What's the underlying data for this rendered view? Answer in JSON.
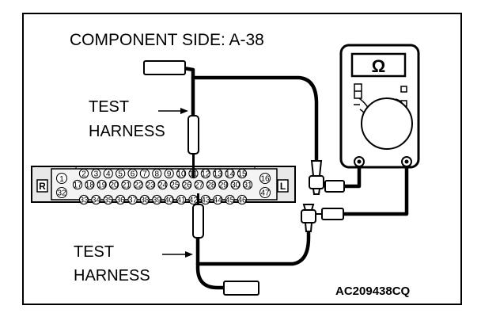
{
  "title": "COMPONENT SIDE: A-38",
  "labels": {
    "upper_harness": [
      "TEST",
      "HARNESS"
    ],
    "lower_harness": [
      "TEST",
      "HARNESS"
    ],
    "connector_left_side": "R",
    "connector_right_side": "L",
    "figure_code": "AC209438CQ"
  },
  "meter": {
    "display": "Ω",
    "icon": "ohmmeter-icon"
  },
  "connector": {
    "pins": {
      "row1": [
        "2",
        "3",
        "4",
        "5",
        "6",
        "7",
        "8",
        "9",
        "10",
        "11",
        "12",
        "13",
        "14",
        "15"
      ],
      "row2": [
        "17",
        "18",
        "19",
        "20",
        "21",
        "22",
        "23",
        "24",
        "25",
        "26",
        "27",
        "28",
        "29",
        "30",
        "31"
      ],
      "row3": [
        "33",
        "34",
        "35",
        "36",
        "37",
        "38",
        "39",
        "40",
        "41",
        "42",
        "43",
        "44",
        "45",
        "46"
      ],
      "left_top": "1",
      "left_bottom": "32",
      "right_top": "16",
      "right_bottom": "47"
    }
  }
}
